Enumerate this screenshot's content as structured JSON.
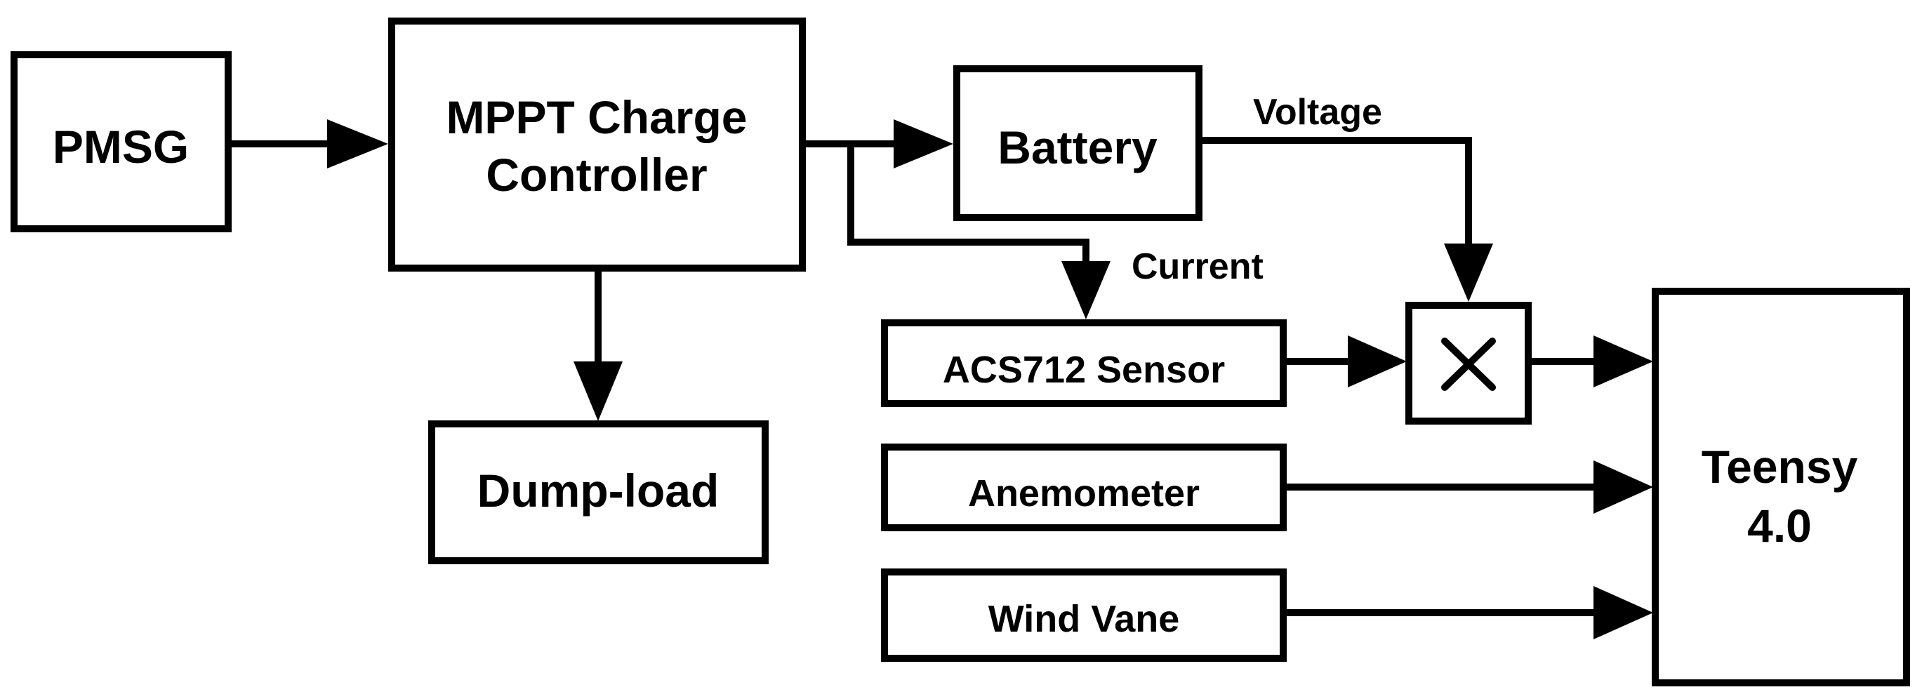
{
  "blocks": {
    "pmsg": "PMSG",
    "mppt_line1": "MPPT Charge",
    "mppt_line2": "Controller",
    "battery": "Battery",
    "dump_load": "Dump-load",
    "acs712": "ACS712 Sensor",
    "anemometer": "Anemometer",
    "wind_vane": "Wind Vane",
    "teensy_line1": "Teensy",
    "teensy_line2": "4.0"
  },
  "signals": {
    "voltage": "Voltage",
    "current": "Current"
  },
  "multiplier_symbol": "×"
}
